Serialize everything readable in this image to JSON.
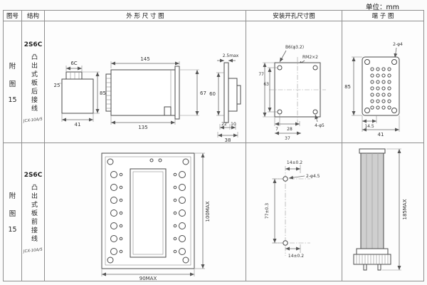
{
  "unit_label": "单位：mm",
  "headers": {
    "fig_no": "图号",
    "structure": "结构",
    "outline": "外 形 尺 寸 图",
    "mounting": "安装开孔尺寸图",
    "terminal": "端 子 图"
  },
  "rows": [
    {
      "fig_line1": "附",
      "fig_line2": "图",
      "fig_line3": "15",
      "model": "2S6C",
      "wiring": "凸出式板后接线",
      "subtype": "JCX-10A/5",
      "outline": {
        "d6c": "6C",
        "d25": "25",
        "d85": "85",
        "d41": "41",
        "d145": "145",
        "d135": "135",
        "d67": "67",
        "d25max": "2.5max",
        "d60": "60",
        "d22": "22",
        "d10": "10",
        "d38": "38"
      },
      "mounting": {
        "hole_label": "B6(φ3.2)",
        "thread_label": "RM2×2",
        "d77": "77",
        "d63": "63",
        "d7": "7",
        "d28": "28",
        "d37": "37",
        "holes_label": "4-φ5"
      },
      "terminal": {
        "hole_label": "2-φ4",
        "d85": "85",
        "d14_5": "14.5",
        "d41": "41"
      }
    },
    {
      "fig_line1": "附",
      "fig_line2": "图",
      "fig_line3": "15",
      "model": "2S6C",
      "wiring": "凸出式板前接线",
      "subtype": "JCX-10A/5",
      "outline": {
        "d100": "100MAX",
        "d90": "90MAX"
      },
      "mounting": {
        "d14_top": "14±0.2",
        "hole_label": "2-φ4.5",
        "d77": "77±0.3",
        "d14_bottom": "14±0.2"
      },
      "terminal": {
        "d185": "185MAX"
      }
    }
  ]
}
